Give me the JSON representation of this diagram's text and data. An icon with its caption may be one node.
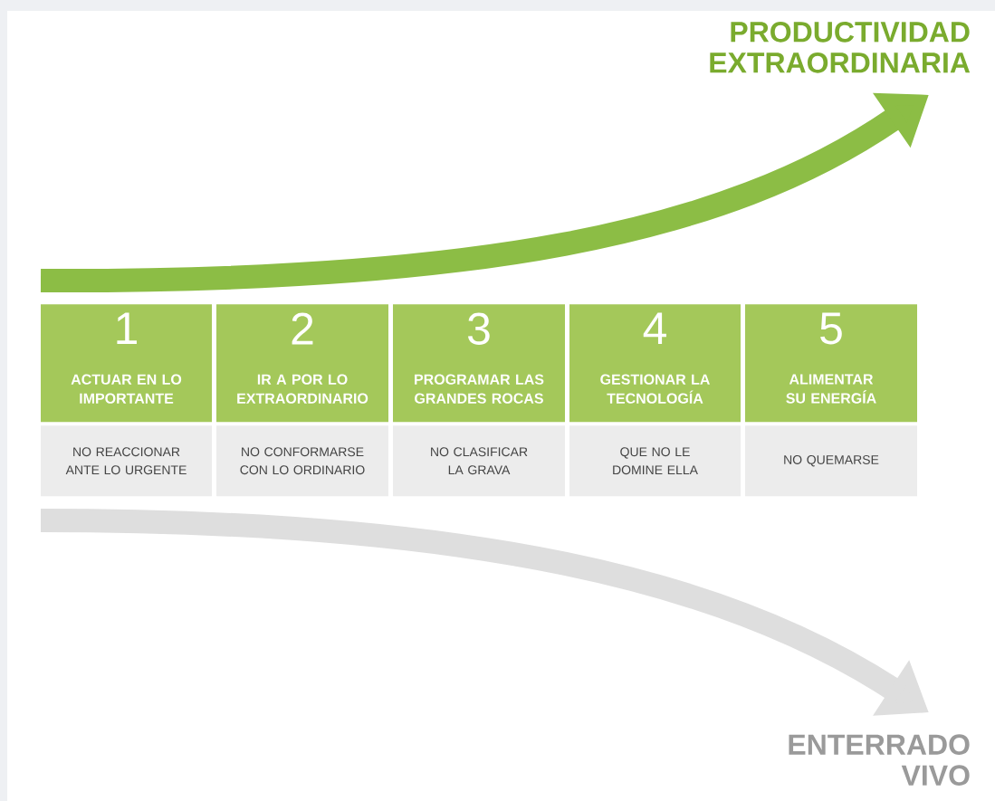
{
  "diagram": {
    "nodes": [
      {
        "text": [
          "PRODUCTIVIDAD EXTRAORDINARIA"
        ]
      },
      {
        "text": [
          "1",
          "ACTUAR EN LO IMPORTANTE"
        ]
      },
      {
        "text": [
          "2",
          "IR A POR LO EXTRAORDINARIO"
        ]
      },
      {
        "text": [
          "3",
          "PROGRAMAR LAS GRANDES ROCAS"
        ]
      },
      {
        "text": [
          "4",
          "GESTIONAR LA TECNOLOGÍA"
        ]
      },
      {
        "text": [
          "5",
          "ALIMENTAR SU ENERGÍA"
        ]
      },
      {
        "text": [
          "NO REACCIONAR ANTE LO URGENTE"
        ]
      },
      {
        "text": [
          "NO CONFORMARSE CON LO ORDINARIO"
        ]
      },
      {
        "text": [
          "NO CLASIFICAR LA GRAVA"
        ]
      },
      {
        "text": [
          "QUE NO LE DOMINE ELLA"
        ]
      },
      {
        "text": [
          "NO QUEMARSE"
        ]
      },
      {
        "text": [
          "ENTERRADO VIVO"
        ]
      }
    ],
    "edges": [
      {
        "from": null,
        "to": 0,
        "arrow": "to",
        "color": "#8cbd45"
      },
      {
        "from": null,
        "to": 11,
        "arrow": "to",
        "color": "#dedede"
      }
    ]
  }
}
